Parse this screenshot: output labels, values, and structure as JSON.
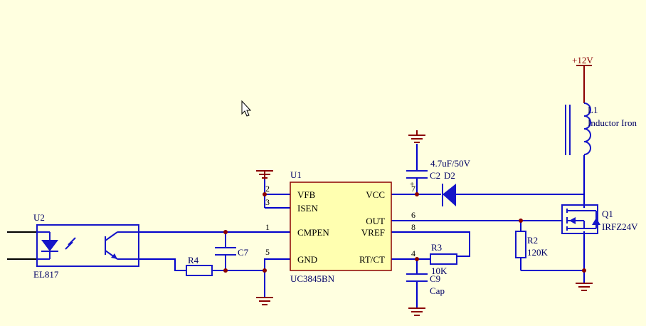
{
  "power": {
    "label": "+12V"
  },
  "u1": {
    "designator": "U1",
    "part": "UC3845BN",
    "pins_left": [
      {
        "name": "VFB",
        "num": "2"
      },
      {
        "name": "ISEN",
        "num": "3"
      },
      {
        "name": "CMPEN",
        "num": "1"
      },
      {
        "name": "GND",
        "num": "5"
      }
    ],
    "pins_right": [
      {
        "name": "VCC",
        "num": "7"
      },
      {
        "name": "OUT",
        "num": "6"
      },
      {
        "name": "VREF",
        "num": "8"
      },
      {
        "name": "RT/CT",
        "num": "4"
      }
    ]
  },
  "u2": {
    "designator": "U2",
    "part": "EL817"
  },
  "c2": {
    "designator": "C2",
    "value": "4.7uF/50V"
  },
  "d2": {
    "designator": "D2"
  },
  "c7": {
    "designator": "C7"
  },
  "c9": {
    "designator": "C9",
    "value": "Cap"
  },
  "r2": {
    "designator": "R2",
    "value": "120K"
  },
  "r3": {
    "designator": "R3",
    "value": "10K"
  },
  "r4": {
    "designator": "R4"
  },
  "l1": {
    "designator": "L1",
    "value": "Inductor Iron"
  },
  "q1": {
    "designator": "Q1",
    "value": "IRFZ24V"
  },
  "colors": {
    "wire": "#0000cc",
    "power": "#8b0000",
    "background": "#ffffe0",
    "ic_fill": "#ffffb0"
  }
}
